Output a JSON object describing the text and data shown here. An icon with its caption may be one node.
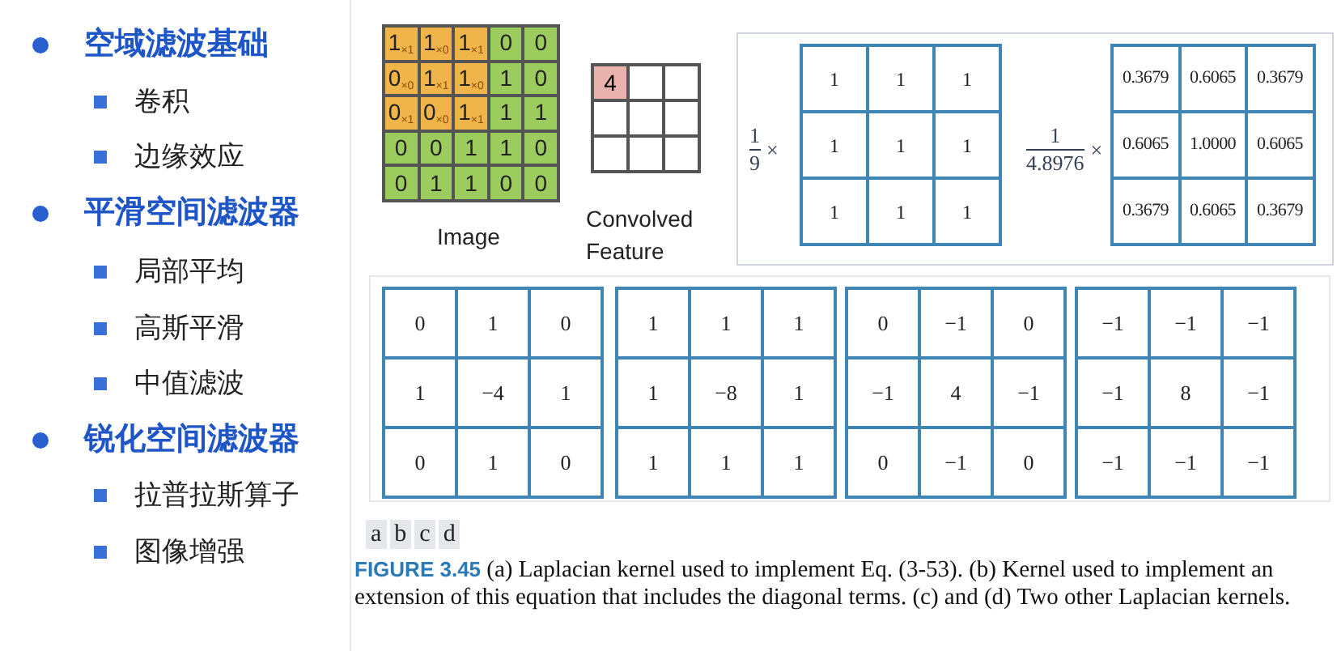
{
  "diagram": {
    "caption": "**FIGURE 3.45** (a) Laplacian kernel used to implement Eq. (3-53). (b) Kernel used to implement an extension of this equation that includes the diagonal terms. (c) and (d) Two other Laplacian kernels.",
    "labels": [
      "空域滤波基础",
      "卷积",
      "边缘效应",
      "平滑空间滤波器",
      "局部平均",
      "高斯平滑",
      "中值滤波",
      "锐化空间滤波器",
      "拉普拉斯算子",
      "图像增强",
      "1$_{×1}$",
      "1$_{×0}$",
      "1$_{×1}$",
      "0",
      "0",
      "0$_{×0}$",
      "1$_{×1}$",
      "1$_{×0}$",
      "1",
      "0",
      "0$_{×1}$",
      "0$_{×0}$",
      "1$_{×1}$",
      "1",
      "1",
      "0",
      "0",
      "1",
      "1",
      "0",
      "0",
      "1",
      "1",
      "0",
      "0",
      "4",
      "Image",
      "Convolved Feature",
      "1",
      "9",
      "×",
      "1",
      "1",
      "1",
      "1",
      "1",
      "1",
      "1",
      "1",
      "1",
      "1",
      "4.8976",
      "×",
      "0.3679",
      "0.6065",
      "0.3679",
      "0.6065",
      "1.0000",
      "0.6065",
      "0.3679",
      "0.6065",
      "0.3679",
      "0",
      "1",
      "0",
      "1",
      "−4",
      "1",
      "0",
      "1",
      "0",
      "1",
      "1",
      "1",
      "1",
      "−8",
      "1",
      "1",
      "1",
      "1",
      "0",
      "−1",
      "0",
      "−1",
      "4",
      "−1",
      "0",
      "−1",
      "0",
      "−1",
      "−1",
      "−1",
      "−1",
      "8",
      "−1",
      "−1",
      "−1",
      "−1",
      "a",
      "b",
      "c",
      "d"
    ]
  }
}
